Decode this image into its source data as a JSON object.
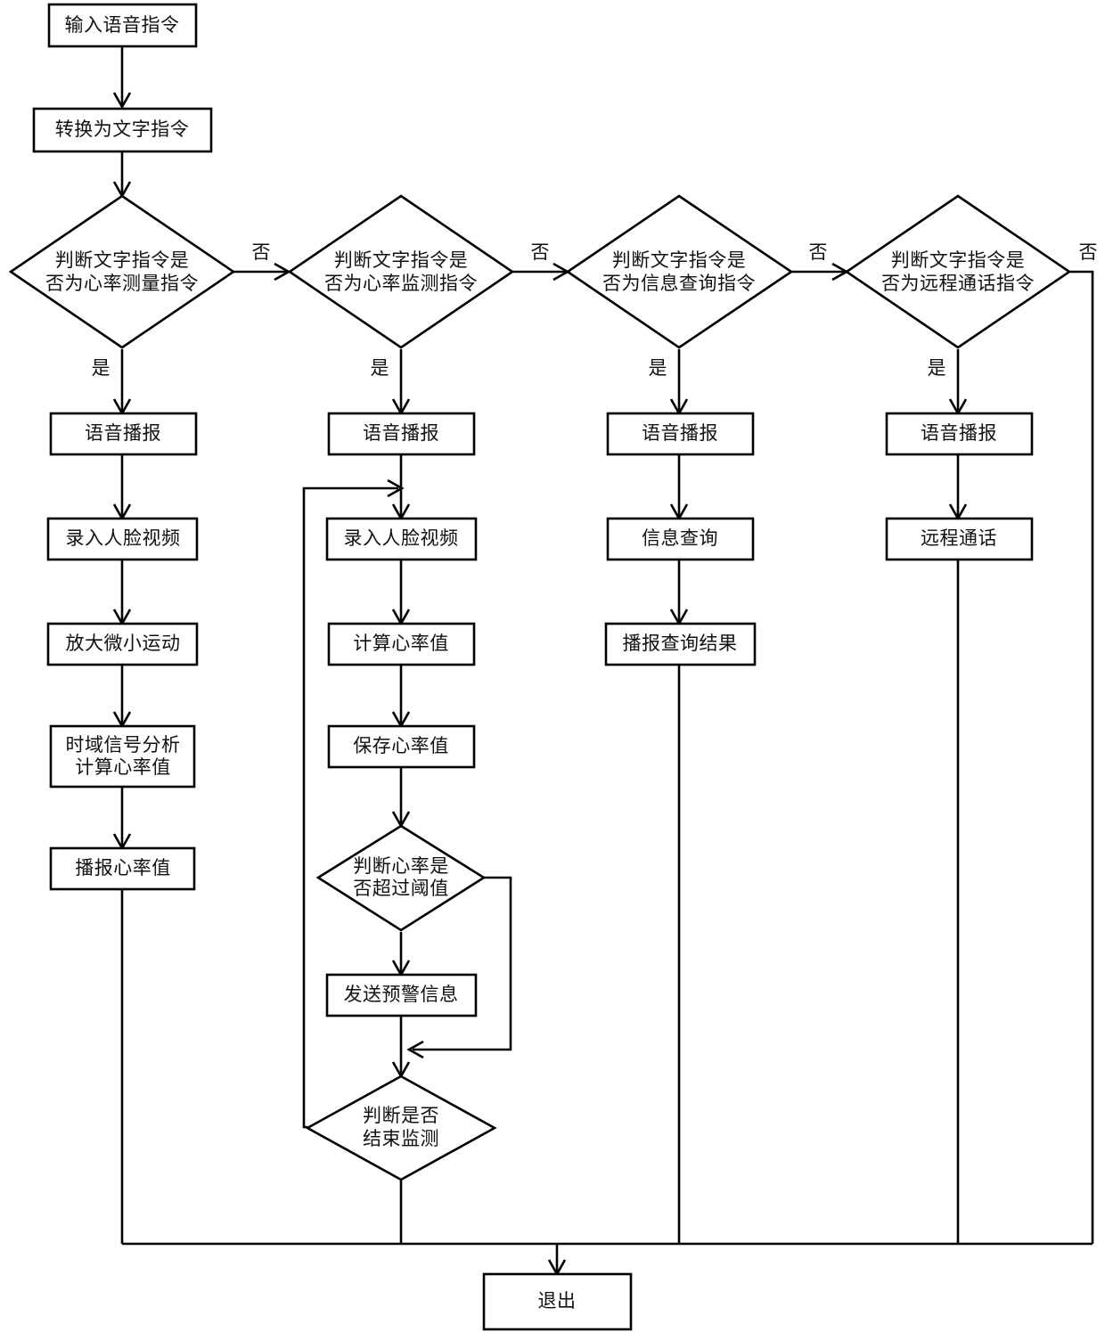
{
  "diagram": {
    "type": "flowchart",
    "orientation": "top-down",
    "language": "zh-CN",
    "line_color": "#000000",
    "fill_color": "#ffffff",
    "branch_labels": {
      "yes": "是",
      "no": "否"
    },
    "nodes": {
      "start": "输入语音指令",
      "to_text": "转换为文字指令",
      "d1": {
        "line1": "判断文字指令是",
        "line2": "否为心率测量指令"
      },
      "d2": {
        "line1": "判断文字指令是",
        "line2": "否为心率监测指令"
      },
      "d3": {
        "line1": "判断文字指令是",
        "line2": "否为信息查询指令"
      },
      "d4": {
        "line1": "判断文字指令是",
        "line2": "否为远程通话指令"
      },
      "c1_voice": "语音播报",
      "c1_face": "录入人脸视频",
      "c1_amplify": "放大微小运动",
      "c1_analyze": {
        "line1": "时域信号分析",
        "line2": "计算心率值"
      },
      "c1_report": "播报心率值",
      "c2_voice": "语音播报",
      "c2_face": "录入人脸视频",
      "c2_calc": "计算心率值",
      "c2_save": "保存心率值",
      "c2_threshold": {
        "line1": "判断心率是",
        "line2": "否超过阈值"
      },
      "c2_alert": "发送预警信息",
      "c2_end": {
        "line1": "判断是否",
        "line2": "结束监测"
      },
      "c3_voice": "语音播报",
      "c3_query": "信息查询",
      "c3_result": "播报查询结果",
      "c4_voice": "语音播报",
      "c4_call": "远程通话",
      "exit": "退出"
    }
  }
}
